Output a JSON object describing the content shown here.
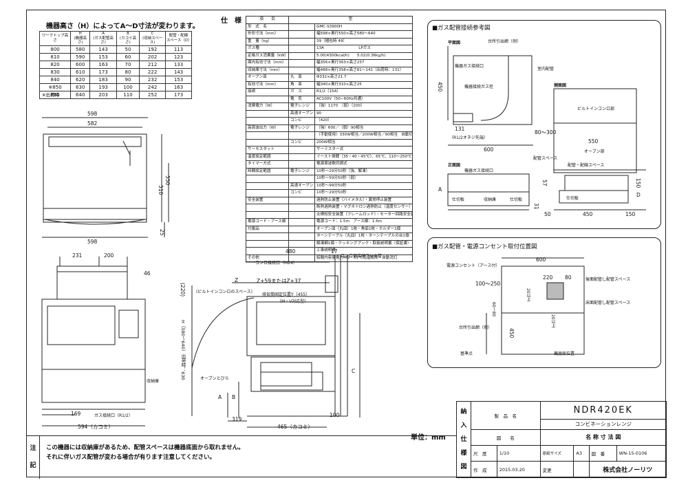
{
  "height_table": {
    "title": "機器高さ（H）によってA～D寸法が変わります。",
    "headers": [
      "ワークトップ高さ",
      "H\n(機器高さ)",
      "A\n(ガス配管高さ)",
      "B\n(カコミ高さ)",
      "C\n(収納スペース)",
      "配管・配線\nスペース（D）"
    ],
    "rows": [
      [
        "800",
        "580",
        "143",
        "50",
        "192",
        "113"
      ],
      [
        "810",
        "590",
        "153",
        "60",
        "202",
        "123"
      ],
      [
        "820",
        "600",
        "163",
        "70",
        "212",
        "133"
      ],
      [
        "830",
        "610",
        "173",
        "80",
        "222",
        "143"
      ],
      [
        "840",
        "620",
        "183",
        "90",
        "232",
        "153"
      ],
      [
        "※850",
        "630",
        "193",
        "100",
        "242",
        "163"
      ],
      [
        "860",
        "640",
        "203",
        "110",
        "252",
        "173"
      ]
    ],
    "note": "※出荷時"
  },
  "spec": {
    "title": "仕　様",
    "header": [
      "項　　目",
      "型"
    ],
    "rows": [
      [
        "形　式　名",
        "",
        "GMC-S3900H"
      ],
      [
        "外形寸法（mm）",
        "",
        "幅598×奥行550×高さ580～640"
      ],
      [
        "重　量（kg）",
        "",
        "39（梱包時 49）"
      ],
      [
        "ガス種",
        "",
        "13A　　　　　　　　　LPガス"
      ],
      [
        "定格ガス消費量（kW）",
        "",
        "5.00(4300kcal/h)　　5.02(0.36kg/h)"
      ],
      [
        "庫内有効寸法（mm）",
        "",
        "幅356×奥行363×高さ237"
      ],
      [
        "収納庫寸法（mm）",
        "",
        "幅488×奥行358×高さ81～141（出荷時：131）"
      ],
      [
        "オーブン皿",
        "丸　皿",
        "Φ332×高さ21.7"
      ],
      [
        "有効寸法（mm）",
        "角　皿",
        "幅340×奥行310×高さ25"
      ],
      [
        "接続",
        "ガ　ス",
        "R1/2（15A）"
      ],
      [
        "",
        "電　気",
        "AC100V（50−60Hz共通）"
      ],
      [
        "消費電力（W）",
        "電子レンジ",
        "（強）1170　（弱）（200）"
      ],
      [
        "",
        "高速オーブン",
        "90"
      ],
      [
        "",
        "コンビ",
        "（420）"
      ],
      [
        "高周波出力（W）",
        "電子レンジ",
        "（強）600／（弱）90相当"
      ],
      [
        "",
        "",
        "（手動使用）330W相当／200W相当／90相当　自動切替"
      ],
      [
        "",
        "コンビ",
        "200W相当"
      ],
      [
        "サーモスタット",
        "",
        "サーミスター式"
      ],
      [
        "温度設定範囲",
        "",
        "イースト発酵（35・40・45℃）、65℃、110～250℃"
      ],
      [
        "タイマー方式",
        "",
        "電源周波数同調式"
      ],
      [
        "時間設定範囲",
        "電子レンジ",
        "10秒～29分50秒（強、解凍）"
      ],
      [
        "",
        "",
        "10秒～59分50秒（弱）"
      ],
      [
        "",
        "高速オーブン",
        "10秒～99分50秒"
      ],
      [
        "",
        "コンビ",
        "10秒～29分50秒"
      ],
      [
        "安全装置",
        "",
        "過熱防止装置（バイメタル）・異常停止装置"
      ],
      [
        "",
        "",
        "断熱過熱装置・マグネトロン過熱防止（温度センサー）"
      ],
      [
        "",
        "",
        "炎検知安全装置（フレームロッド）・モーター回路安全装置"
      ],
      [
        "電源コード・アース線",
        "",
        "電源コード：1.5m　アース線：1.6m"
      ],
      [
        "付属品",
        "",
        "オーブン皿（丸皿）1枚・角皿1枚・ホルダー1個"
      ],
      [
        "",
        "",
        "ターンテーブル（丸皿）1枚・ターンテーブルの台1個"
      ],
      [
        "",
        "",
        "解凍網1個・クッキングブック・取扱説明書（保証書）"
      ],
      [
        "",
        "",
        "工事説明書"
      ],
      [
        "その他",
        "",
        "鉛酸内容量電力4W・65℃低温腐敗・自動消灯"
      ]
    ]
  },
  "front_view": {
    "dims": [
      "598",
      "582",
      "510",
      "550",
      "598",
      "25"
    ]
  },
  "front_section": {
    "dims": [
      "231",
      "200",
      "46",
      "169",
      "594（カコミ）"
    ],
    "labels": [
      "収納庫",
      "ガス接続口（R1/2）"
    ]
  },
  "side_view": {
    "dims": [
      "480",
      "17",
      "Z",
      "Z+59またはZ+37",
      "(220)",
      "H（580～640）出荷時：630",
      "A",
      "B",
      "C",
      "319",
      "465（カコミ）",
      "100"
    ],
    "labels": [
      "コンロ接続口（M24）",
      "コンロ側接続フレキ管",
      "(ビルトインコンロのスペース)",
      "排気筒固定位置Y（455）",
      "（M・V対応型）",
      "オーブンとびら"
    ]
  },
  "gas_box": {
    "title": "■ガス配管接続参考図",
    "views": [
      "平面図",
      "側面図",
      "正面図"
    ],
    "labels": [
      "台所引出網（例）",
      "機器ガス接続口",
      "室内配管",
      "機器接続ガス栓",
      "ビルトインコンロ部",
      "オーブン部",
      "（R1/2オネジ先端）",
      "配管スペース",
      "配管・配線スペース",
      "機器ガス接続口",
      "仕切板",
      "収納庫",
      "仕切板",
      "仕切板"
    ],
    "dims": [
      "450",
      "131",
      "80～300",
      "600",
      "550",
      "A",
      "57",
      "D",
      "150",
      "31",
      "50",
      "450",
      "150"
    ]
  },
  "outlet_box": {
    "title": "■ガス配管・電源コンセント取付位置図",
    "labels": [
      "電源コンセント（アース付）",
      "後面配管し配管スペース",
      "床面配管し配管スペース",
      "台所引出網（例）",
      "基準点",
      "機器底位置"
    ],
    "dims": [
      "600",
      "100～250",
      "220",
      "80",
      "60～80",
      "450",
      "20以上",
      "20以上"
    ]
  },
  "unit": "単位：mm",
  "title_block": {
    "side_label": [
      "納",
      "入",
      "仕",
      "様",
      "図"
    ],
    "product_label": "製　品　名",
    "model": "NDR420EK",
    "model_sub": "コンビネーションレンジ",
    "drawing_label": "図　　名",
    "drawing_name": "名 称 寸 法 図",
    "scale_label": "尺　度",
    "scale": "1/10",
    "size_label": "原紙サイズ",
    "size": "A3",
    "number_label": "図　番",
    "number": "WN-15-0106",
    "date_label": "作　成",
    "date": "2015.03.20",
    "change_label": "変更",
    "company": "株式会社ノーリツ"
  },
  "notes": {
    "side_label": [
      "注",
      "記"
    ],
    "lines": [
      "この機器には収納庫があるため、配管スペースは機器底面から取れません。",
      "それに伴いガス配管が変わる場合が有ります注意してください。"
    ]
  }
}
